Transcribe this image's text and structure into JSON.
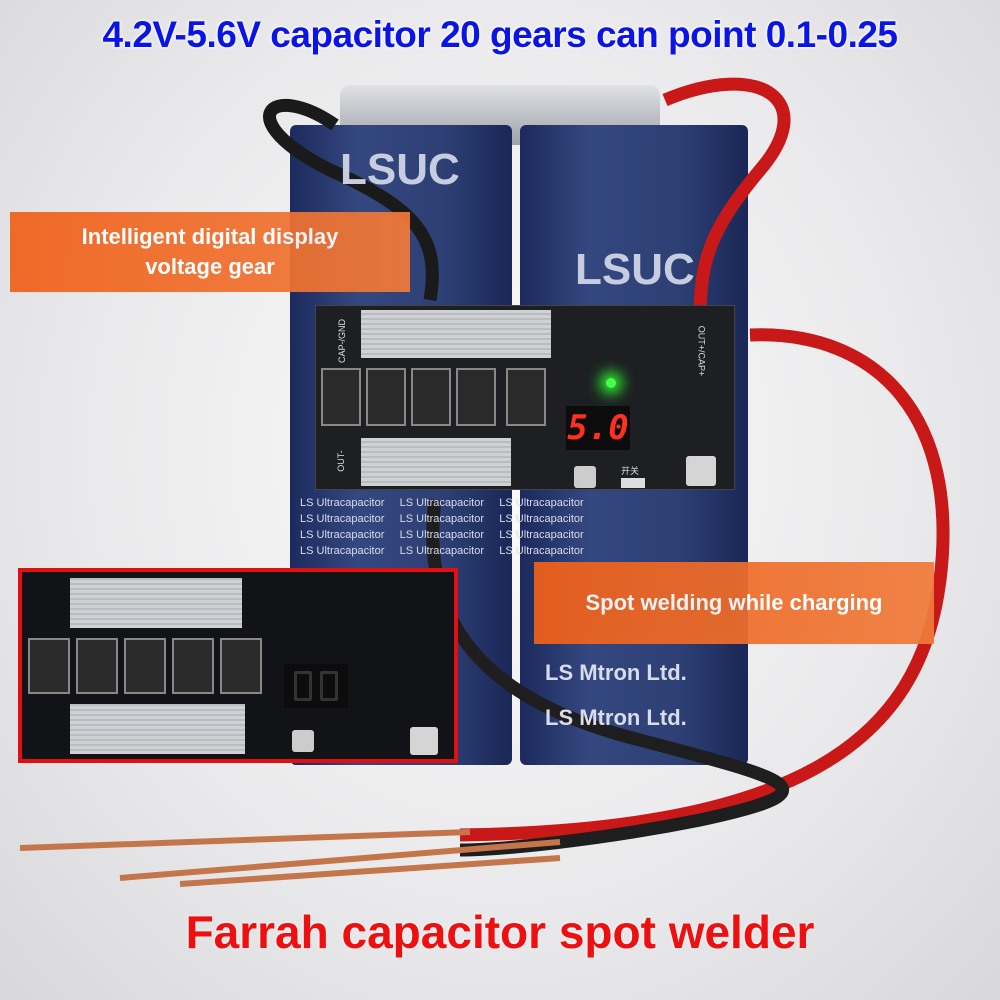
{
  "header": {
    "title": "4.2V-5.6V capacitor 20 gears can point 0.1-0.25"
  },
  "callouts": {
    "display": "Intelligent digital display\nvoltage gear",
    "charging": "Spot welding while charging"
  },
  "capacitors": {
    "brand": "LSUC",
    "print": "LS Ultracapacitor",
    "maker": "LS Mtron Ltd."
  },
  "board": {
    "display_value": "5.0",
    "cap_gnd_label": "CAP-/GND",
    "out_neg_label": "OUT-",
    "out_pos_label": "OUT+/CAP+",
    "switch_label": "开关"
  },
  "footer": {
    "title": "Farrah capacitor spot welder"
  },
  "colors": {
    "title": "#0a14e6",
    "callout": "#f06a28",
    "footer": "#ee1010",
    "inset_border": "#e01010",
    "display": "#ff3020"
  }
}
